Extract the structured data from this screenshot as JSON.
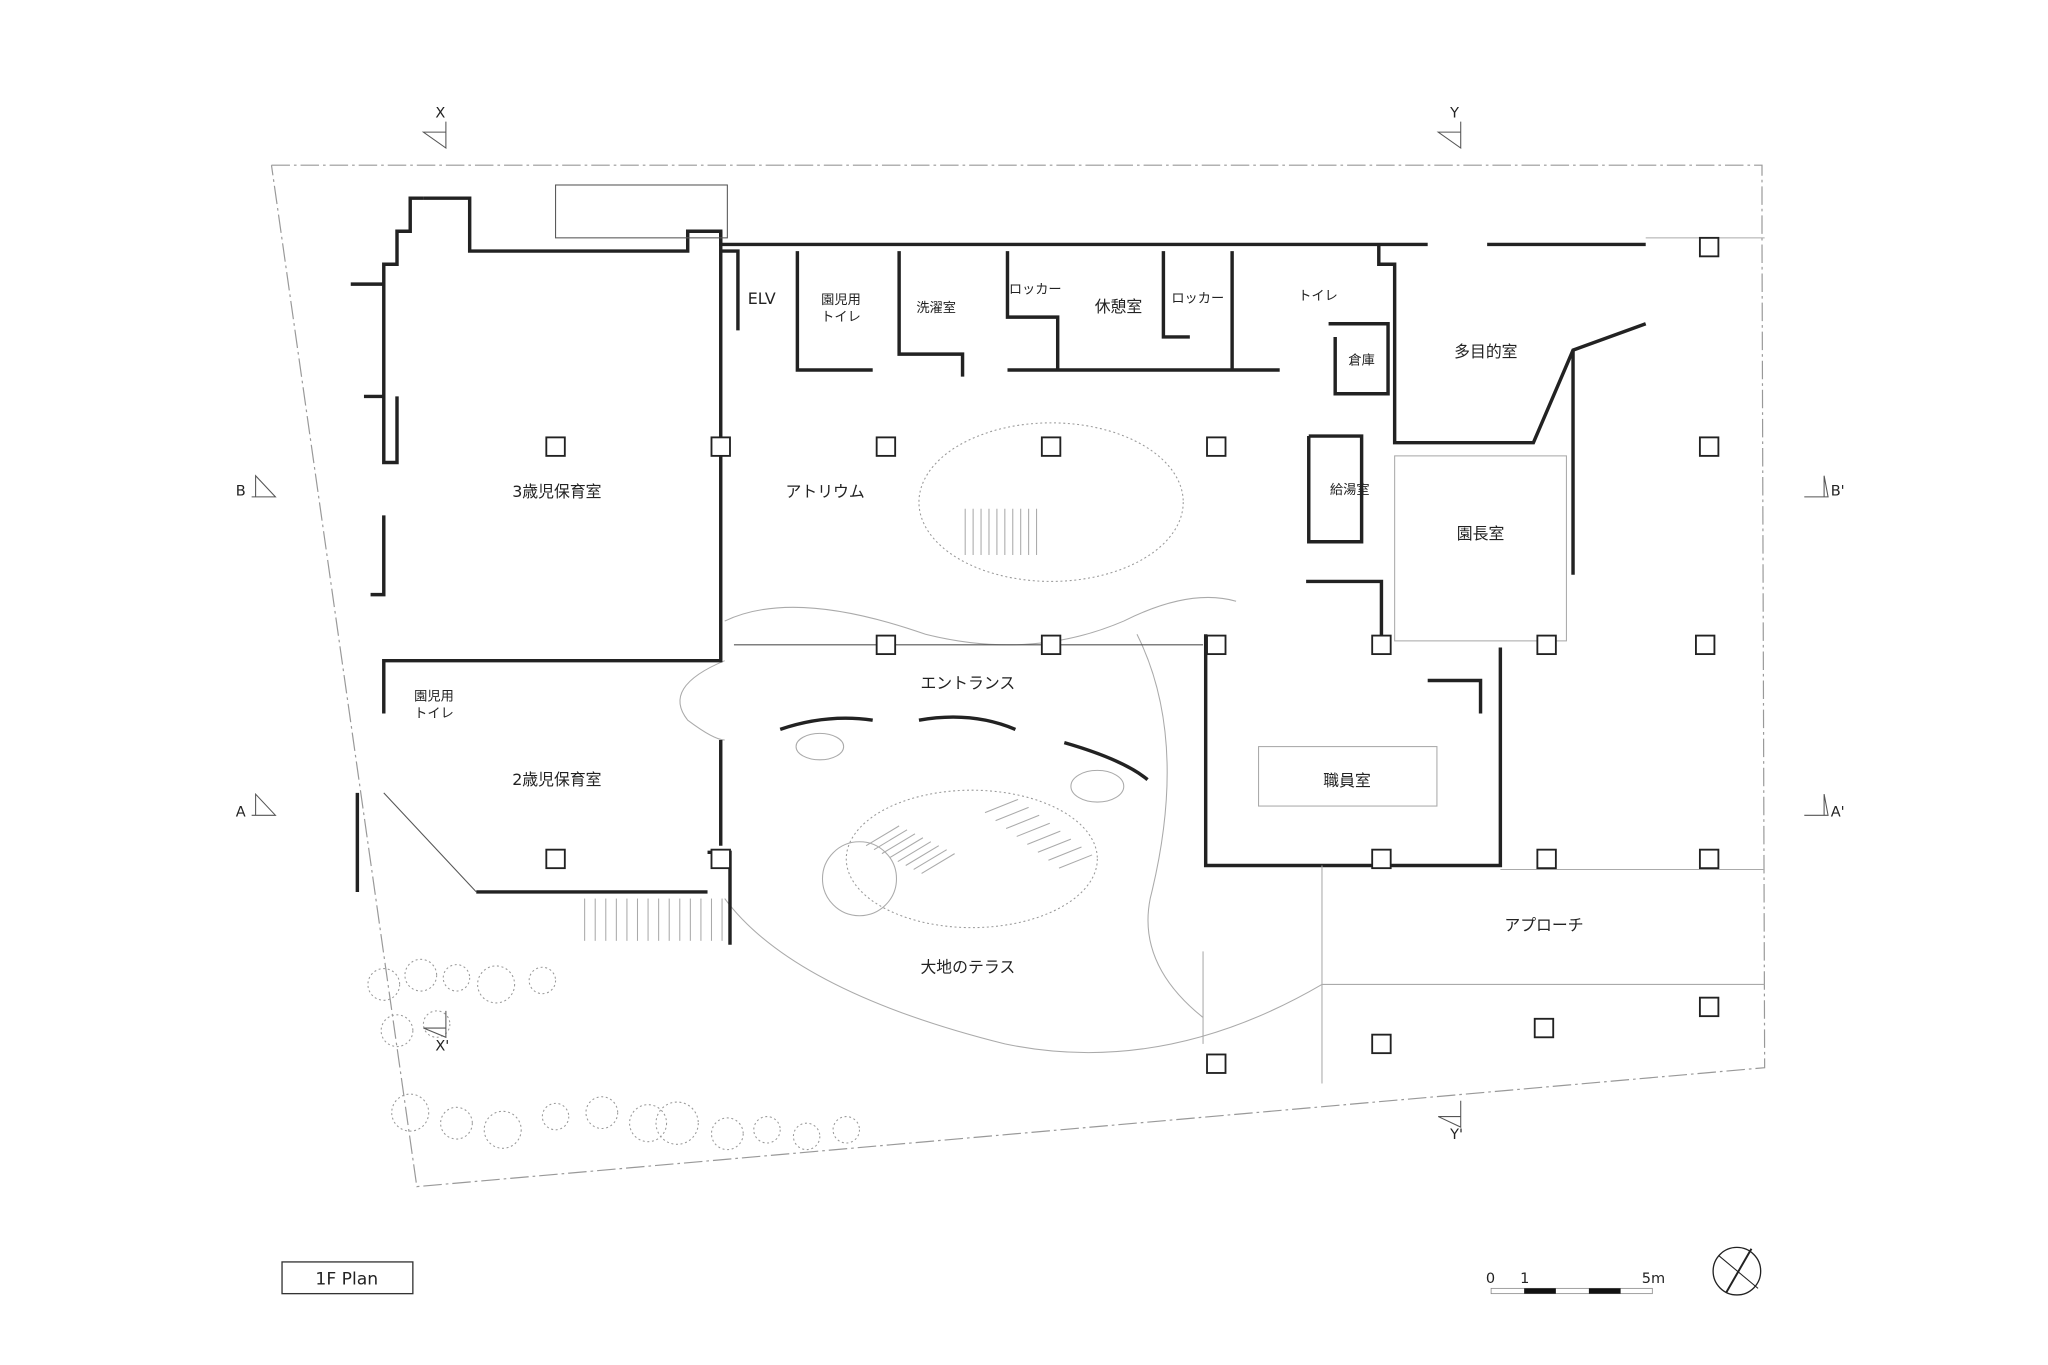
{
  "plan": {
    "title": "1F Plan",
    "rooms": {
      "elv": "ELV",
      "toilet_kids_1": "園児用",
      "toilet_kids_1b": "トイレ",
      "laundry": "洗濯室",
      "locker_1": "ロッカー",
      "lounge": "休憩室",
      "locker_2": "ロッカー",
      "toilet": "トイレ",
      "storage": "倉庫",
      "multipurpose": "多目的室",
      "room_3yo": "3歳児保育室",
      "atrium": "アトリウム",
      "kitchenette": "給湯室",
      "principal": "園長室",
      "entrance": "エントランス",
      "toilet_kids_2": "園児用",
      "toilet_kids_2b": "トイレ",
      "room_2yo": "2歳児保育室",
      "staff": "職員室",
      "approach": "アプローチ",
      "terrace": "大地のテラス"
    },
    "sections": {
      "x": "X",
      "x_prime": "X'",
      "y": "Y",
      "y_prime": "Y'",
      "a": "A",
      "a_prime": "A'",
      "b": "B",
      "b_prime": "B'"
    },
    "scale": {
      "zero": "0",
      "one": "1",
      "five": "5m"
    }
  }
}
